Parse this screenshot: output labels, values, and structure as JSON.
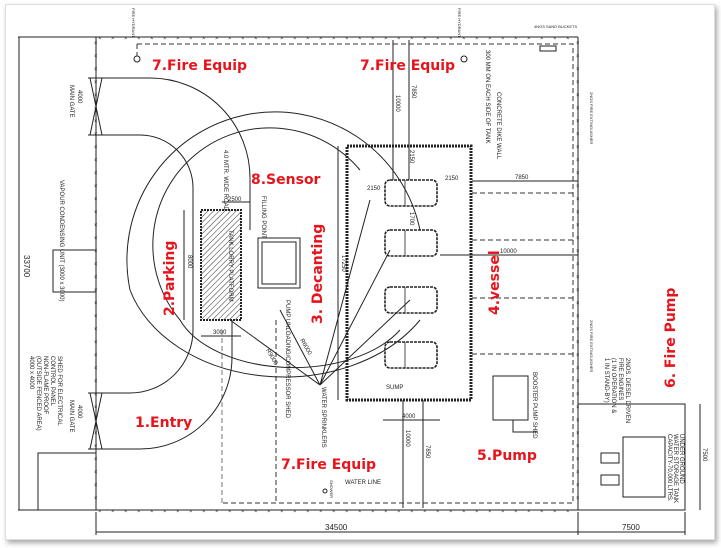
{
  "labels": {
    "fire_equip_1": "7.Fire Equip",
    "fire_equip_2": "7.Fire Equip",
    "fire_equip_3": "7.Fire Equip",
    "sensor": "8.Sensor",
    "parking": "2.Parking",
    "decanting": "3. Decanting",
    "vessel": "4.vessel",
    "fire_pump": "6. Fire Pump",
    "entry": "1.Entry",
    "pump": "5.Pump"
  },
  "notes": {
    "fire_hydrant": "FIRE HYDRANT",
    "sand_buckets": "4NOS SAND BUCKETS",
    "dike_1": "300 MM ON EACH SIDE OF TANK",
    "dike_2": "CONCRETE DIKE WALL",
    "extinguisher": "2NOS FIRE EXTINGUISHER",
    "main_gate": "MAIN GATE",
    "vapour_unit": "VAPOUR CONDENSING UNIT (3000 x 3000)",
    "road": "4.0 MTR. WIDE ROAD",
    "filling_point": "FILLING POINT",
    "platform": "TANK LORRY PLATFORM",
    "pump_shed": "PUMP UNLOADING/COMPRESSOR SHED",
    "r9000": "R9000",
    "r6000": "R6000",
    "sprinklers": "WATER SPRINKLERS",
    "elec_shed_1": "SHED FOR ELECTRICAL",
    "elec_shed_2": "CONTROL PANEL",
    "elec_shed_3": "NON-FLAME PROOF",
    "elec_shed_4": "(OUTSIDE FENCED AREA)",
    "elec_shed_5": "4000 x 4000",
    "water_line": "WATER LINE",
    "shower": "SHOWER",
    "booster": "BOOSTER PUMP SHED",
    "engines_1": "2NOS. DIESEL DRIVEN",
    "engines_2": "FIRE ENGINES",
    "engines_3": "(1 IN OPERATION &",
    "engines_4": "1 IN STAND-BY)",
    "tank_1": "UNDER GROUND",
    "tank_2": "WATER STORAGE TANK",
    "tank_3": "CAPACITY-70,000 LTRS.",
    "sump": "SUMP"
  },
  "dims": {
    "gate": "4000",
    "total_w": "34500",
    "tank_w": "7500",
    "tank_h": "7500",
    "total_h": "33700",
    "d2500": "2500",
    "d8000": "8000",
    "d3000": "3000",
    "d10000_top": "10000",
    "d7850_top": "7850",
    "d10000_bot": "10000",
    "d7850_bot": "7850",
    "d2150": "2150",
    "d1700": "1700",
    "d17250": "17250",
    "d4000_dike": "4000",
    "d7850_right": "7850",
    "d10000_right": "10000"
  },
  "colors": {
    "label": "#e8141c",
    "line": "#222222"
  }
}
